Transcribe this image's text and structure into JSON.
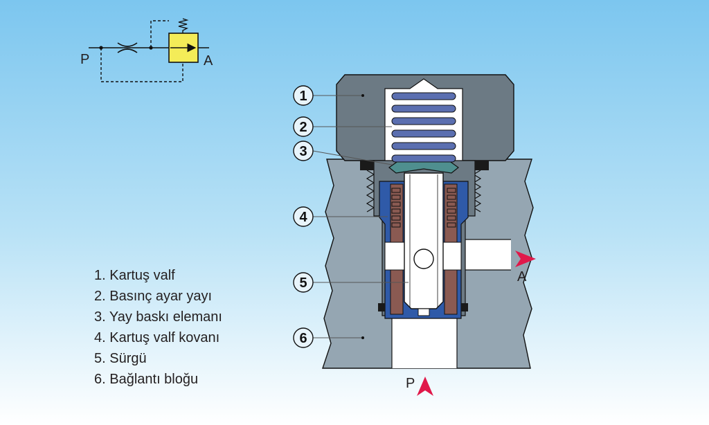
{
  "symbol": {
    "port_p": "P",
    "port_a": "A"
  },
  "ports": {
    "a_label": "A",
    "p_label": "P"
  },
  "callouts": [
    "1",
    "2",
    "3",
    "4",
    "5",
    "6"
  ],
  "legend": [
    "1. Kartuş valf",
    "2. Basınç ayar yayı",
    "3. Yay baskı elemanı",
    "4. Kartuş valf kovanı",
    "5. Sürgü",
    "6. Bağlantı bloğu"
  ],
  "colors": {
    "background_top": "#7cc6ef",
    "background_bottom": "#ffffff",
    "cartridge_body": "#6c7a84",
    "connection_block": "#95a6b2",
    "spring_coil": "#5b6fb0",
    "spring_pusher": "#4f8f8f",
    "sleeve_blue": "#2f5aa8",
    "spool_bore": "#8a5a52",
    "seal_black": "#1a1a1a",
    "port_arrow": "#e0184a",
    "valve_symbol": "#f4ec58"
  }
}
